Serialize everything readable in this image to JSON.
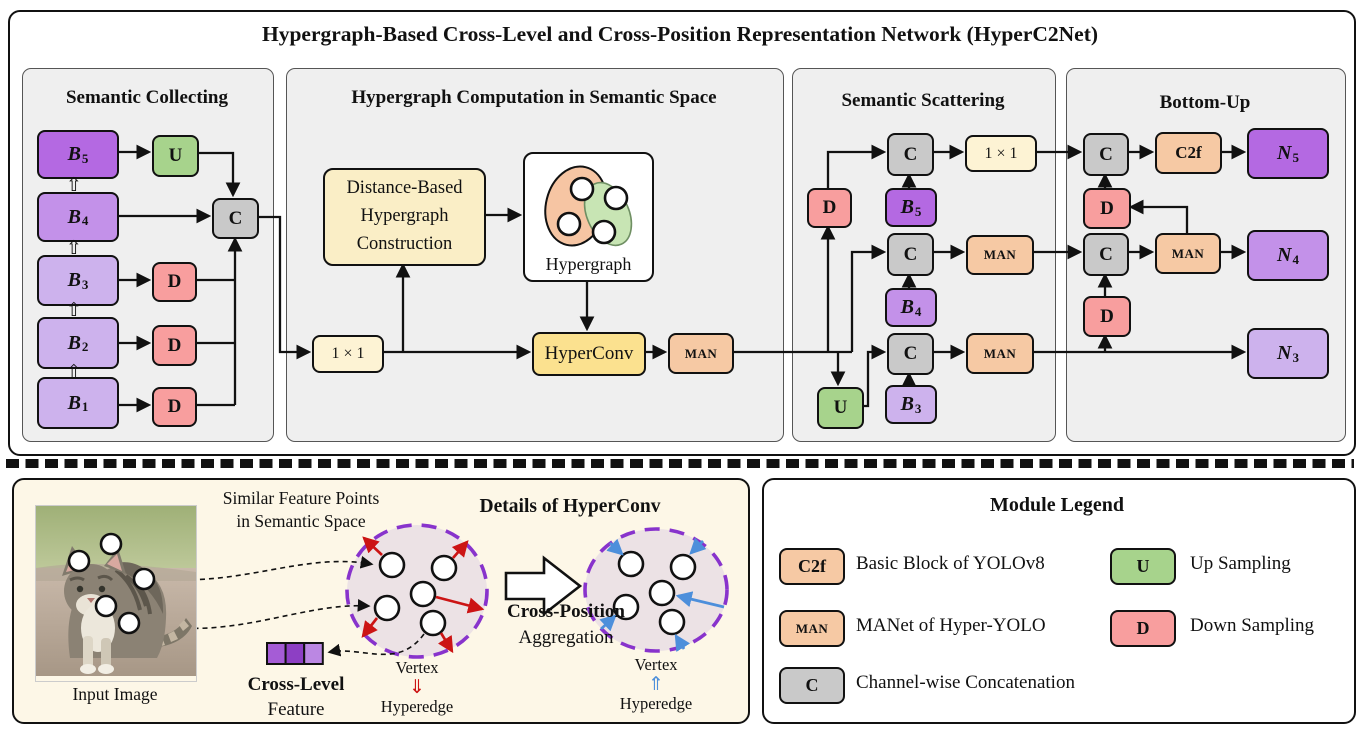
{
  "figure": {
    "title": "Hypergraph-Based Cross-Level and Cross-Position Representation Network (HyperC2Net)"
  },
  "panels": {
    "collecting": {
      "title": "Semantic Collecting"
    },
    "computation": {
      "title": "Hypergraph Computation in Semantic Space",
      "dbhc_l1": "Distance-Based",
      "dbhc_l2": "Hypergraph",
      "dbhc_l3": "Construction",
      "hypergraph_label": "Hypergraph"
    },
    "scattering": {
      "title": "Semantic Scattering"
    },
    "bottomup": {
      "title": "Bottom-Up"
    }
  },
  "modules": {
    "c": "C",
    "d": "D",
    "u": "U",
    "man": "MAN",
    "c2f": "C2f",
    "conv1x1": "1 × 1",
    "hyperconv": "HyperConv"
  },
  "nodes": {
    "b1": {
      "base": "B",
      "sub": "1"
    },
    "b2": {
      "base": "B",
      "sub": "2"
    },
    "b3": {
      "base": "B",
      "sub": "3"
    },
    "b4": {
      "base": "B",
      "sub": "4"
    },
    "b5": {
      "base": "B",
      "sub": "5"
    },
    "n3": {
      "base": "N",
      "sub": "3"
    },
    "n4": {
      "base": "N",
      "sub": "4"
    },
    "n5": {
      "base": "N",
      "sub": "5"
    }
  },
  "icons": {
    "hollow_up": "⇧",
    "red_down": "⇓",
    "blue_up": "⇑"
  },
  "details": {
    "similar_l1": "Similar Feature Points",
    "similar_l2": "in Semantic Space",
    "title": "Details of HyperConv",
    "input_image": "Input Image",
    "cross_level_l1": "Cross-Level",
    "cross_level_l2": "Feature",
    "cross_position_l1": "Cross-Position",
    "cross_position_l2": "Aggregation",
    "vertex": "Vertex",
    "hyperedge": "Hyperedge"
  },
  "legend": {
    "title": "Module Legend",
    "items": [
      {
        "key": "C2f",
        "label": "Basic Block of YOLOv8"
      },
      {
        "key": "MAN",
        "label": "MANet of Hyper-YOLO"
      },
      {
        "key": "C",
        "label": "Channel-wise Concatenation"
      },
      {
        "key": "U",
        "label": "Up Sampling"
      },
      {
        "key": "D",
        "label": "Down Sampling"
      }
    ]
  },
  "colors": {
    "purple1": "#b469e2",
    "purple2": "#c391e9",
    "purple3": "#cdb2ed",
    "green": "#a7d38c",
    "pink": "#f89e9e",
    "gray": "#c9c9c9",
    "peach": "#f6c9a4",
    "yellow": "#fbe18f",
    "cream": "#fdf3d4",
    "cream2": "#faeec6",
    "panel": "#efefef",
    "paper": "#fdf7e7",
    "red_arrow": "#cc1414",
    "blue_arrow": "#4d8fdb",
    "violet_dash": "#8833cc"
  }
}
